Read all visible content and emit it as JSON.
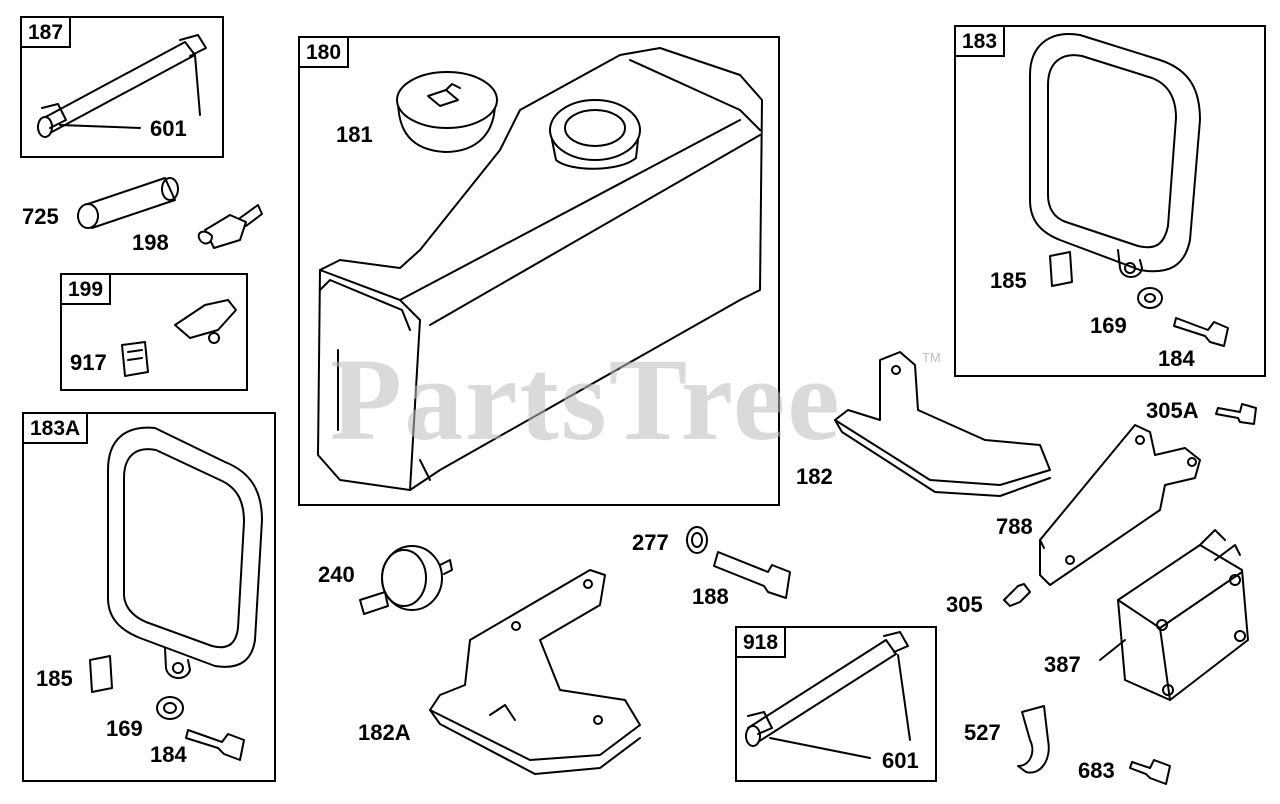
{
  "watermark": {
    "text": "PartsTree",
    "trademark": "TM"
  },
  "groups": [
    {
      "id": "187",
      "tag": "187"
    },
    {
      "id": "180",
      "tag": "180"
    },
    {
      "id": "183",
      "tag": "183"
    },
    {
      "id": "199",
      "tag": "199"
    },
    {
      "id": "183A",
      "tag": "183A"
    },
    {
      "id": "918",
      "tag": "918"
    }
  ],
  "labels": {
    "l601a": "601",
    "l725": "725",
    "l198": "198",
    "l917": "917",
    "l181": "181",
    "l185a": "185",
    "l169a": "169",
    "l184a": "184",
    "l305A": "305A",
    "l182": "182",
    "l788": "788",
    "l240": "240",
    "l277": "277",
    "l188": "188",
    "l305": "305",
    "l387": "387",
    "l182A": "182A",
    "l185b": "185",
    "l169b": "169",
    "l184b": "184",
    "l601b": "601",
    "l527": "527",
    "l683": "683"
  }
}
